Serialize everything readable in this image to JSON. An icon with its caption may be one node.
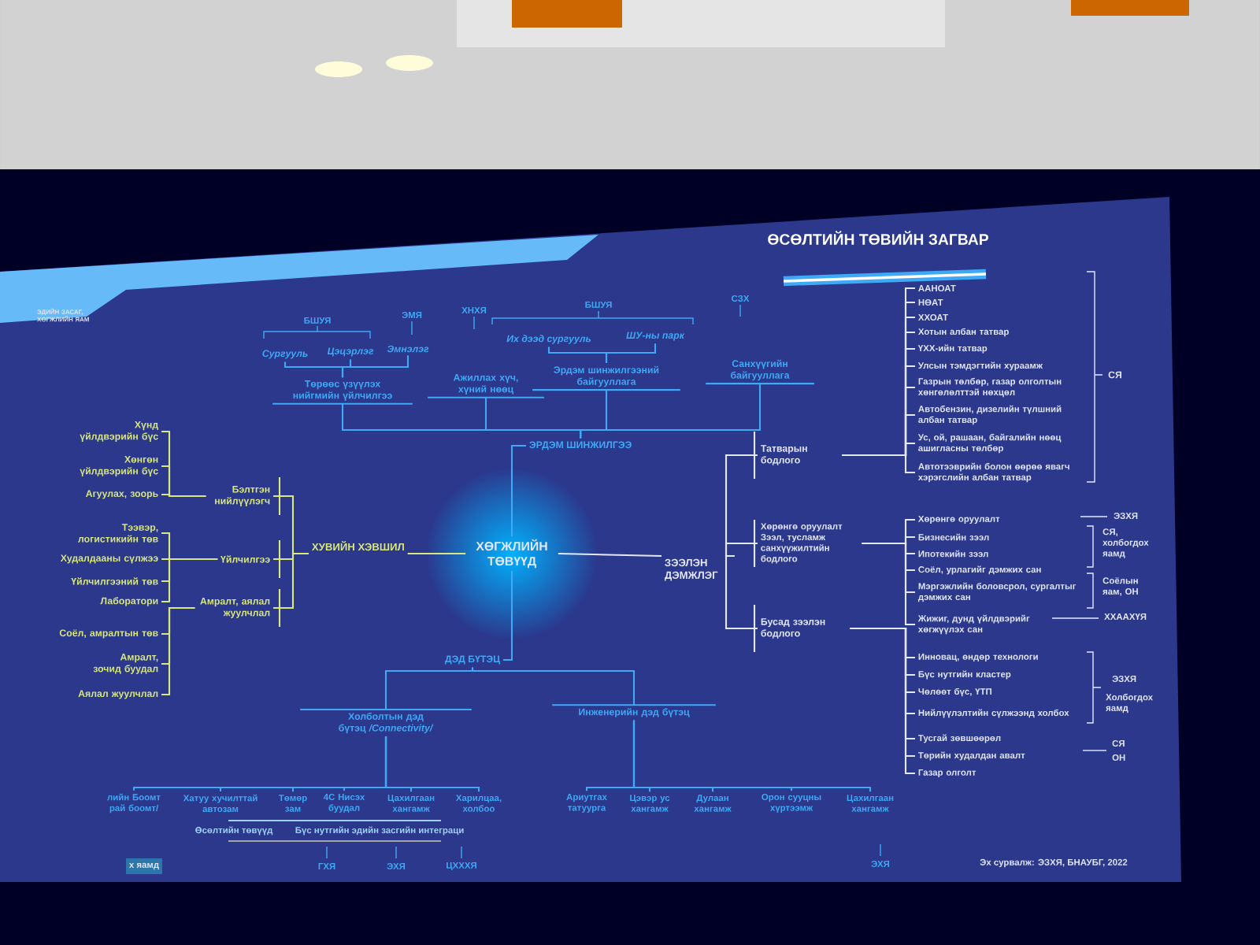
{
  "diagram": {
    "title": "ӨСӨЛТИЙН ТӨВИЙН ЗАГВАР",
    "nodes": [
      {
        "text": [
          "ХӨГЖЛИЙН ТӨВҮҮД"
        ]
      },
      {
        "text": [
          "ХУВИЙН ХЭВШИЛ"
        ]
      },
      {
        "text": [
          "Бэлтгэн нийлүүлэгч"
        ]
      },
      {
        "text": [
          "Үйлчилгээ"
        ]
      },
      {
        "text": [
          "Амралт, аялал жуулчлал"
        ]
      },
      {
        "text": [
          "Хүнд үйлдвэрийн бүс"
        ]
      },
      {
        "text": [
          "Хөнгөн үйлдвэрийн бүс"
        ]
      },
      {
        "text": [
          "Агуулах, зоорь"
        ]
      },
      {
        "text": [
          "Тээвэр, логистикийн төв"
        ]
      },
      {
        "text": [
          "Худалдааны сүлжээ"
        ]
      },
      {
        "text": [
          "Үйлчилгээний төв"
        ]
      },
      {
        "text": [
          "Лаборатори"
        ]
      },
      {
        "text": [
          "Соёл, амралтын төв"
        ]
      },
      {
        "text": [
          "Амралт, зочид буудал"
        ]
      },
      {
        "text": [
          "Аялал жуулчлал"
        ]
      },
      {
        "text": [
          "ЭРДЭМ ШИНЖИЛГЭЭ"
        ]
      },
      {
        "text": [
          "Төрөөс үзүүлэх нийгмийн үйлчилгээ"
        ]
      },
      {
        "text": [
          "Ажиллах хүч, хүний нөөц"
        ]
      },
      {
        "text": [
          "Эрдэм шинжилгээний байгууллага"
        ]
      },
      {
        "text": [
          "Санхүүгийн байгууллага"
        ]
      },
      {
        "text": [
          "Сургууль"
        ]
      },
      {
        "text": [
          "Цэцэрлэг"
        ]
      },
      {
        "text": [
          "Эмнэлэг"
        ]
      },
      {
        "text": [
          "Их дээд сургууль"
        ]
      },
      {
        "text": [
          "ШУ-ны парк"
        ]
      },
      {
        "text": [
          "ЗЭЭЛЭН ДЭМЖЛЭГ"
        ]
      },
      {
        "text": [
          "Татварын бодлого"
        ]
      },
      {
        "text": [
          "Хөрөнгө оруулалт Зээл, тусламж санхүүжилтийн бодлого"
        ]
      },
      {
        "text": [
          "Бусад зээлэн бодлого"
        ]
      },
      {
        "text": [
          "ААНОАТ"
        ]
      },
      {
        "text": [
          "НӨАТ"
        ]
      },
      {
        "text": [
          "ХХОАТ"
        ]
      },
      {
        "text": [
          "Хотын албан татвар"
        ]
      },
      {
        "text": [
          "ҮХХ-ийн татвар"
        ]
      },
      {
        "text": [
          "Улсын тэмдэгтийн хураамж"
        ]
      },
      {
        "text": [
          "Газрын төлбөр, газар олголтын хөнгөлөлттэй нөхцөл"
        ]
      },
      {
        "text": [
          "Автобензин, дизелийн түлшний албан татвар"
        ]
      },
      {
        "text": [
          "Ус, ой, рашаан, байгалийн нөөц ашигласны төлбөр"
        ]
      },
      {
        "text": [
          "Автотээврийн болон өөрөө явагч хэрэгслийн албан татвар"
        ]
      },
      {
        "text": [
          "Хөрөнгө оруулалт"
        ]
      },
      {
        "text": [
          "Бизнесийн зээл"
        ]
      },
      {
        "text": [
          "Ипотекийн зээл"
        ]
      },
      {
        "text": [
          "Соёл, урлагийг дэмжих сан"
        ]
      },
      {
        "text": [
          "Мэргэжлийн боловсрол, сургалтыг дэмжих сан"
        ]
      },
      {
        "text": [
          "Жижиг, дунд үйлдвэрийг хөгжүүлэх сан"
        ]
      },
      {
        "text": [
          "Инновац, өндөр технологи"
        ]
      },
      {
        "text": [
          "Бүс нутгийн кластер"
        ]
      },
      {
        "text": [
          "Чөлөөт бүс, ҮТП"
        ]
      },
      {
        "text": [
          "Нийлүүлэлтийн сүлжээнд холбох"
        ]
      },
      {
        "text": [
          "Тусгай зөвшөөрөл"
        ]
      },
      {
        "text": [
          "Төрийн худалдан авалт"
        ]
      },
      {
        "text": [
          "Газар олголт"
        ]
      },
      {
        "text": [
          "ДЭД БҮТЭЦ"
        ]
      },
      {
        "text": [
          "Холболтын дэд бүтэц */Connectivity/*"
        ]
      },
      {
        "text": [
          "Инженерийн дэд бүтэц"
        ]
      },
      {
        "text": [
          "лийн Боомт рай боомт/"
        ]
      },
      {
        "text": [
          "Хатуу хучилттай автозам"
        ]
      },
      {
        "text": [
          "Төмөр зам"
        ]
      },
      {
        "text": [
          "4С Нисэх буудал"
        ]
      },
      {
        "text": [
          "Цахилгаан хангамж"
        ]
      },
      {
        "text": [
          "Харилцаа, холбоо"
        ]
      },
      {
        "text": [
          "Ариутгах татуурга"
        ]
      },
      {
        "text": [
          "Цэвэр ус хангамж"
        ]
      },
      {
        "text": [
          "Дулаан хангамж"
        ]
      },
      {
        "text": [
          "Орон сууцны хүртээмж"
        ]
      },
      {
        "text": [
          "Цахилгаан хангамж"
        ]
      }
    ],
    "edges": [
      {
        "from": 0,
        "to": 1,
        "arrow": "none",
        "color": "#d9e77f"
      },
      {
        "from": 0,
        "to": 15,
        "arrow": "none",
        "color": "#3fa9f5"
      },
      {
        "from": 0,
        "to": 25,
        "arrow": "none"
      },
      {
        "from": 0,
        "to": 52,
        "arrow": "none",
        "color": "#3fa9f5"
      },
      {
        "from": 1,
        "to": 2,
        "arrow": "none",
        "color": "#d9e77f"
      },
      {
        "from": 1,
        "to": 3,
        "arrow": "none",
        "color": "#d9e77f"
      },
      {
        "from": 1,
        "to": 4,
        "arrow": "none",
        "color": "#d9e77f"
      },
      {
        "from": 2,
        "to": 5,
        "arrow": "none",
        "color": "#d9e77f"
      },
      {
        "from": 2,
        "to": 6,
        "arrow": "none",
        "color": "#d9e77f"
      },
      {
        "from": 2,
        "to": 7,
        "arrow": "none",
        "color": "#d9e77f"
      },
      {
        "from": 3,
        "to": 8,
        "arrow": "none",
        "color": "#d9e77f"
      },
      {
        "from": 3,
        "to": 9,
        "arrow": "none",
        "color": "#d9e77f"
      },
      {
        "from": 3,
        "to": 10,
        "arrow": "none",
        "color": "#d9e77f"
      },
      {
        "from": 3,
        "to": 11,
        "arrow": "none",
        "color": "#d9e77f"
      },
      {
        "from": 4,
        "to": 12,
        "arrow": "none",
        "color": "#d9e77f"
      },
      {
        "from": 4,
        "to": 13,
        "arrow": "none",
        "color": "#d9e77f"
      },
      {
        "from": 4,
        "to": 14,
        "arrow": "none",
        "color": "#d9e77f"
      },
      {
        "from": 15,
        "to": 16,
        "arrow": "none",
        "color": "#3fa9f5"
      },
      {
        "from": 15,
        "to": 17,
        "arrow": "none",
        "color": "#3fa9f5"
      },
      {
        "from": 15,
        "to": 18,
        "arrow": "none",
        "color": "#3fa9f5"
      },
      {
        "from": 15,
        "to": 19,
        "arrow": "none",
        "color": "#3fa9f5"
      },
      {
        "from": 16,
        "to": 20,
        "arrow": "none",
        "color": "#3fa9f5"
      },
      {
        "from": 16,
        "to": 21,
        "arrow": "none",
        "color": "#3fa9f5"
      },
      {
        "from": 16,
        "to": 22,
        "arrow": "none",
        "color": "#3fa9f5"
      },
      {
        "from": 18,
        "to": 23,
        "arrow": "none",
        "color": "#3fa9f5"
      },
      {
        "from": 18,
        "to": 24,
        "arrow": "none",
        "color": "#3fa9f5"
      },
      {
        "from": 25,
        "to": 26,
        "arrow": "none"
      },
      {
        "from": 25,
        "to": 27,
        "arrow": "none"
      },
      {
        "from": 25,
        "to": 28,
        "arrow": "none"
      },
      {
        "from": 26,
        "to": 29,
        "arrow": "none"
      },
      {
        "from": 26,
        "to": 30,
        "arrow": "none"
      },
      {
        "from": 26,
        "to": 31,
        "arrow": "none"
      },
      {
        "from": 26,
        "to": 32,
        "arrow": "none"
      },
      {
        "from": 26,
        "to": 33,
        "arrow": "none"
      },
      {
        "from": 26,
        "to": 34,
        "arrow": "none"
      },
      {
        "from": 26,
        "to": 35,
        "arrow": "none"
      },
      {
        "from": 26,
        "to": 36,
        "arrow": "none"
      },
      {
        "from": 26,
        "to": 37,
        "arrow": "none"
      },
      {
        "from": 26,
        "to": 38,
        "arrow": "none"
      },
      {
        "from": 27,
        "to": 39,
        "arrow": "none"
      },
      {
        "from": 27,
        "to": 40,
        "arrow": "none"
      },
      {
        "from": 27,
        "to": 41,
        "arrow": "none"
      },
      {
        "from": 27,
        "to": 42,
        "arrow": "none"
      },
      {
        "from": 27,
        "to": 43,
        "arrow": "none"
      },
      {
        "from": 27,
        "to": 44,
        "arrow": "none"
      },
      {
        "from": 28,
        "to": 45,
        "arrow": "none"
      },
      {
        "from": 28,
        "to": 46,
        "arrow": "none"
      },
      {
        "from": 28,
        "to": 47,
        "arrow": "none"
      },
      {
        "from": 28,
        "to": 48,
        "arrow": "none"
      },
      {
        "from": 28,
        "to": 49,
        "arrow": "none"
      },
      {
        "from": 28,
        "to": 50,
        "arrow": "none"
      },
      {
        "from": 28,
        "to": 51,
        "arrow": "none"
      },
      {
        "from": 52,
        "to": 53,
        "arrow": "none",
        "color": "#3fa9f5"
      },
      {
        "from": 52,
        "to": 54,
        "arrow": "none",
        "color": "#3fa9f5"
      },
      {
        "from": 53,
        "to": 55,
        "arrow": "none",
        "color": "#3fa9f5"
      },
      {
        "from": 53,
        "to": 56,
        "arrow": "none",
        "color": "#3fa9f5"
      },
      {
        "from": 53,
        "to": 57,
        "arrow": "none",
        "color": "#3fa9f5"
      },
      {
        "from": 53,
        "to": 58,
        "arrow": "none",
        "color": "#3fa9f5"
      },
      {
        "from": 53,
        "to": 59,
        "arrow": "none",
        "color": "#3fa9f5"
      },
      {
        "from": 53,
        "to": 60,
        "arrow": "none",
        "color": "#3fa9f5"
      },
      {
        "from": 54,
        "to": 61,
        "arrow": "none",
        "color": "#3fa9f5"
      },
      {
        "from": 54,
        "to": 62,
        "arrow": "none",
        "color": "#3fa9f5"
      },
      {
        "from": 54,
        "to": 63,
        "arrow": "none",
        "color": "#3fa9f5"
      },
      {
        "from": 54,
        "to": 64,
        "arrow": "none",
        "color": "#3fa9f5"
      },
      {
        "from": 54,
        "to": 65,
        "arrow": "none",
        "color": "#3fa9f5"
      }
    ],
    "labels": [
      "ЭДИЙН ЗАСАГ, ХӨГЖЛИЙН ЯАМ",
      "БШУЯ",
      "ЭМЯ",
      "ХНХЯ",
      "БШУЯ",
      "СЗХ",
      "СЯ",
      "ЭЗХЯ",
      "СЯ, холбогдох яамд",
      "Соёлын яам, ОН",
      "ХХААХҮЯ",
      "ЭЗХЯ",
      "Холбогдох яамд",
      "СЯ",
      "ОН",
      "Өсөлтийн төвүүд",
      "Бүс нутгийн эдийн засгийн интеграци",
      "х яамд",
      "ГХЯ",
      "ЭХЯ",
      "ЦХХХЯ",
      "ЭХЯ",
      "Эх сурвалж: ЭЗХЯ, БНАУБГ, 2022"
    ]
  }
}
